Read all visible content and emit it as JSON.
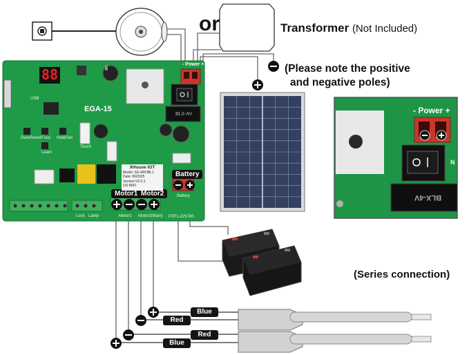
{
  "headings": {
    "or": "or",
    "transformer": "Transformer",
    "transformer_note": "(Not Included)",
    "pole_note_line1": "(Please note the positive",
    "pole_note_line2": "and negative poles)",
    "series_connection": "(Series connection)"
  },
  "board": {
    "model": "EGA-15",
    "display": "88",
    "power_label": "- Power +",
    "battery_label": "Battery",
    "battery_sub": "Battery",
    "motor1_label": "Motor1",
    "motor2_label": "Motor2",
    "motor1_sub": "Motor1",
    "motor2_sub": "Motor2(Main)",
    "lock_label": "Lock",
    "lamp_label": "Lamp",
    "pcb_code": "P2P1-225780",
    "usb_label": "USB",
    "oscillator_label": "Touch",
    "sticker": {
      "line1": "XHouse IOT",
      "line2": "Model: SG-WIFIBL1",
      "line3": "Date: 06/2025",
      "line4": "Version:V2.0.1",
      "line5": "OS:WIFI"
    },
    "button_labels": [
      "Dwn/Reset",
      "Func",
      "Hold/Set"
    ],
    "learn_label": "Learn",
    "relay_code": "BLX-4V"
  },
  "zoom": {
    "power_label": "- Power +",
    "relay_code": "BLX-4V",
    "side_letter": "N"
  },
  "wires": {
    "actuator1": {
      "upper": "Blue",
      "lower": "Red"
    },
    "actuator2": {
      "upper": "Red",
      "lower": "Blue"
    }
  },
  "colors": {
    "pcb": "#1f9a46",
    "pcb_dark": "#177a37",
    "terminal_green": "#3fae5e",
    "connector_red": "#c9372c",
    "wire": "#666666",
    "battery": "#1a1a1a",
    "solar_cell": "#3b4a6e",
    "actuator": "#cfcfcf"
  },
  "icons": {
    "plug": "wall-plug-icon",
    "motor": "motor-icon",
    "transformer": "transformer-icon",
    "solar": "solar-panel-icon",
    "battery": "battery-icon",
    "plus": "plus-pole-icon",
    "minus": "minus-pole-icon"
  }
}
